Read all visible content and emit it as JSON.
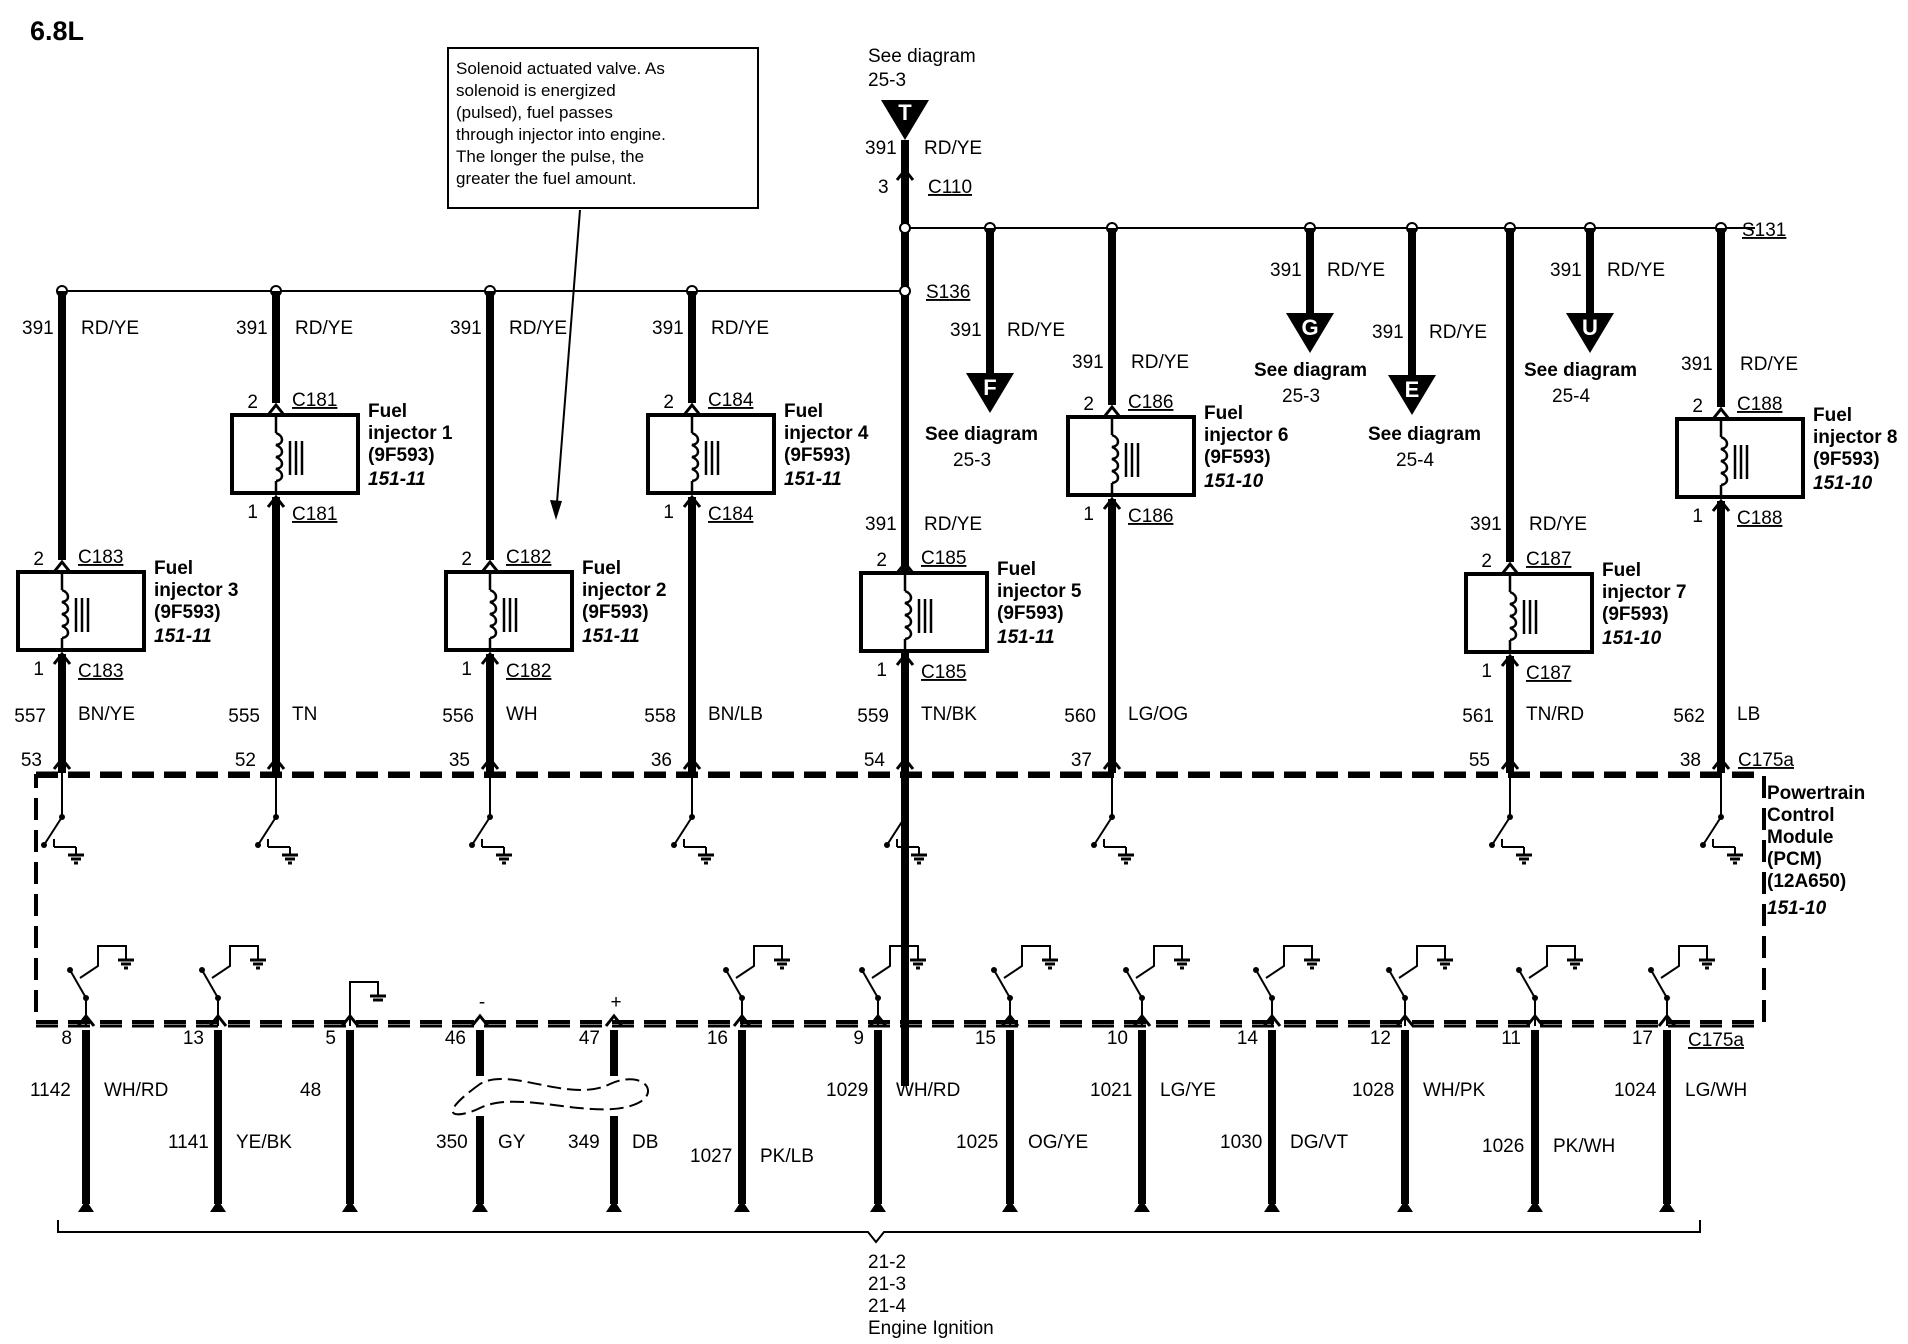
{
  "title": "6.8L",
  "note": [
    "Solenoid actuated valve. As",
    "solenoid is energized",
    "(pulsed), fuel passes",
    "through injector into engine.",
    "The longer the pulse, the",
    "greater the fuel amount."
  ],
  "feed": {
    "see_line1": "See diagram",
    "see_line2": "25-3",
    "arrow_letter": "T",
    "circuit": "391",
    "color": "RD/YE",
    "pin": "3",
    "connector": "C110"
  },
  "splices": {
    "upper": "S131",
    "lower": "S136"
  },
  "branches": [
    {
      "circuit": "391",
      "color": "RD/YE",
      "letter": "F",
      "see1": "See diagram",
      "see2": "25-3"
    },
    {
      "circuit": "391",
      "color": "RD/YE",
      "letter": "G",
      "see1": "See diagram",
      "see2": "25-3"
    },
    {
      "circuit": "391",
      "color": "RD/YE",
      "letter": "E",
      "see1": "See diagram",
      "see2": "25-4"
    },
    {
      "circuit": "391",
      "color": "RD/YE",
      "letter": "U",
      "see1": "See diagram",
      "see2": "25-4"
    }
  ],
  "injectors": [
    {
      "name1": "Fuel",
      "name2": "injector 3",
      "part": "(9F593)",
      "ref": "151-11",
      "in_pin": "2",
      "out_pin": "1",
      "connector": "C183",
      "supply_circuit": "391",
      "supply_color": "RD/YE",
      "out_circuit": "557",
      "out_color": "BN/YE",
      "pcm_pin": "53"
    },
    {
      "name1": "Fuel",
      "name2": "injector 1",
      "part": "(9F593)",
      "ref": "151-11",
      "in_pin": "2",
      "out_pin": "1",
      "connector": "C181",
      "supply_circuit": "391",
      "supply_color": "RD/YE",
      "out_circuit": "555",
      "out_color": "TN",
      "pcm_pin": "52"
    },
    {
      "name1": "Fuel",
      "name2": "injector 2",
      "part": "(9F593)",
      "ref": "151-11",
      "in_pin": "2",
      "out_pin": "1",
      "connector": "C182",
      "supply_circuit": "391",
      "supply_color": "RD/YE",
      "out_circuit": "556",
      "out_color": "WH",
      "pcm_pin": "35"
    },
    {
      "name1": "Fuel",
      "name2": "injector 4",
      "part": "(9F593)",
      "ref": "151-11",
      "in_pin": "2",
      "out_pin": "1",
      "connector": "C184",
      "supply_circuit": "391",
      "supply_color": "RD/YE",
      "out_circuit": "558",
      "out_color": "BN/LB",
      "pcm_pin": "36"
    },
    {
      "name1": "Fuel",
      "name2": "injector 5",
      "part": "(9F593)",
      "ref": "151-11",
      "in_pin": "2",
      "out_pin": "1",
      "connector": "C185",
      "supply_circuit": "391",
      "supply_color": "RD/YE",
      "out_circuit": "559",
      "out_color": "TN/BK",
      "pcm_pin": "54"
    },
    {
      "name1": "Fuel",
      "name2": "injector 6",
      "part": "(9F593)",
      "ref": "151-10",
      "in_pin": "2",
      "out_pin": "1",
      "connector": "C186",
      "supply_circuit": "391",
      "supply_color": "RD/YE",
      "out_circuit": "560",
      "out_color": "LG/OG",
      "pcm_pin": "37"
    },
    {
      "name1": "Fuel",
      "name2": "injector 7",
      "part": "(9F593)",
      "ref": "151-10",
      "in_pin": "2",
      "out_pin": "1",
      "connector": "C187",
      "supply_circuit": "391",
      "supply_color": "RD/YE",
      "out_circuit": "561",
      "out_color": "TN/RD",
      "pcm_pin": "55"
    },
    {
      "name1": "Fuel",
      "name2": "injector 8",
      "part": "(9F593)",
      "ref": "151-10",
      "in_pin": "2",
      "out_pin": "1",
      "connector": "C188",
      "supply_circuit": "391",
      "supply_color": "RD/YE",
      "out_circuit": "562",
      "out_color": "LB",
      "pcm_pin": "38"
    }
  ],
  "pcm": {
    "lines": [
      "Powertrain",
      "Control",
      "Module",
      "(PCM)",
      "(12A650)"
    ],
    "ref": "151-10",
    "top_connector": "C175a",
    "bottom_connector": "C175a"
  },
  "bottom_wires": [
    {
      "pin": "8",
      "circuit": "1142",
      "color": "WH/RD"
    },
    {
      "pin": "13",
      "circuit": "1141",
      "color": "YE/BK"
    },
    {
      "pin": "5",
      "circuit": "48",
      "color": ""
    },
    {
      "pin": "46",
      "circuit": "350",
      "color": "GY",
      "sign": "-"
    },
    {
      "pin": "47",
      "circuit": "349",
      "color": "DB",
      "sign": "+"
    },
    {
      "pin": "16",
      "circuit": "1027",
      "color": "PK/LB"
    },
    {
      "pin": "9",
      "circuit": "1029",
      "color": "WH/RD"
    },
    {
      "pin": "15",
      "circuit": "1025",
      "color": "OG/YE"
    },
    {
      "pin": "10",
      "circuit": "1021",
      "color": "LG/YE"
    },
    {
      "pin": "14",
      "circuit": "1030",
      "color": "DG/VT"
    },
    {
      "pin": "12",
      "circuit": "1028",
      "color": "WH/PK"
    },
    {
      "pin": "11",
      "circuit": "1026",
      "color": "PK/WH"
    },
    {
      "pin": "17",
      "circuit": "1024",
      "color": "LG/WH"
    }
  ],
  "footer": [
    "21-2",
    "21-3",
    "21-4",
    "Engine Ignition"
  ]
}
